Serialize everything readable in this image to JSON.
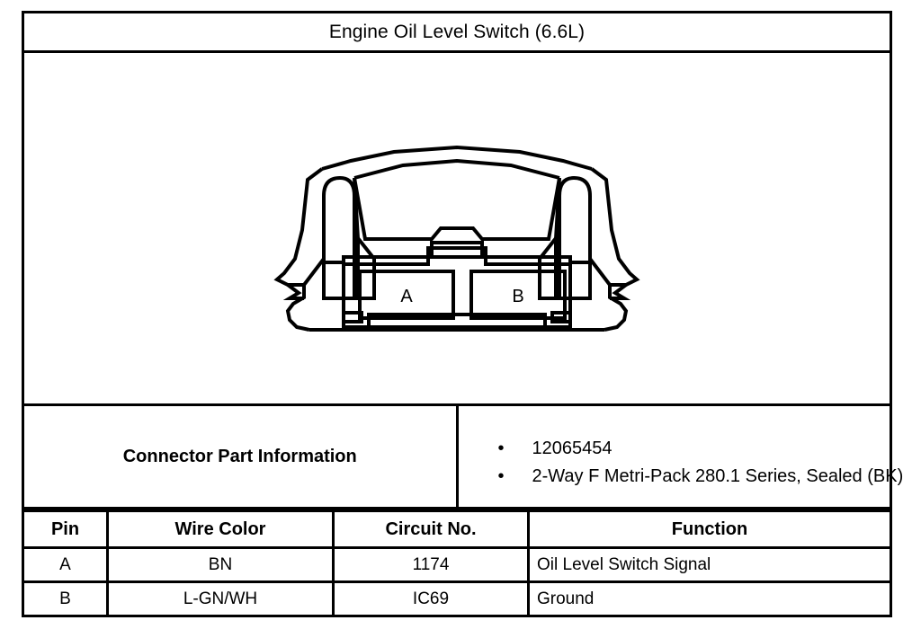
{
  "title": "Engine Oil Level Switch (6.6L)",
  "diagram": {
    "name": "2-way-connector-face-view",
    "cavities": [
      {
        "label": "A"
      },
      {
        "label": "B"
      }
    ]
  },
  "connector_part_information": {
    "label": "Connector Part Information",
    "bullet": "•",
    "items": [
      "12065454",
      "2-Way F Metri-Pack 280.1 Series, Sealed (BK)"
    ]
  },
  "pin_table": {
    "headers": [
      "Pin",
      "Wire Color",
      "Circuit No.",
      "Function"
    ],
    "rows": [
      {
        "pin": "A",
        "wire_color": "BN",
        "circuit_no": "1174",
        "function": "Oil Level Switch Signal"
      },
      {
        "pin": "B",
        "wire_color": "L-GN/WH",
        "circuit_no": "IC69",
        "function": "Ground"
      }
    ]
  },
  "colors": {
    "line": "#000000",
    "background": "#ffffff"
  }
}
